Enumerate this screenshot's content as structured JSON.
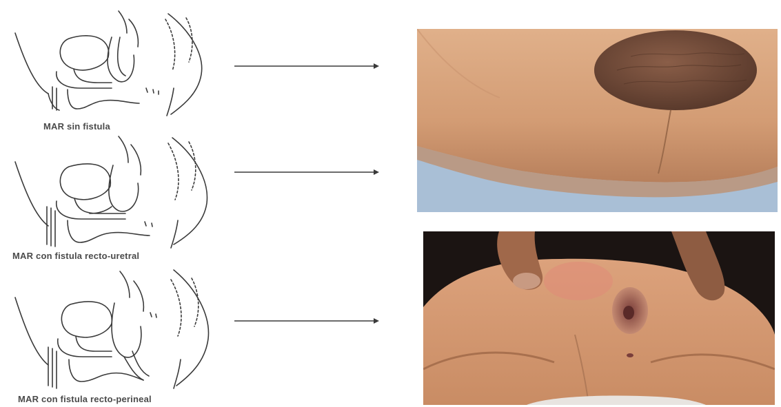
{
  "panels": [
    {
      "caption": "MAR sin fistula",
      "fistula": "none"
    },
    {
      "caption": "MAR con fistula recto-uretral",
      "fistula": "recto-urethral"
    },
    {
      "caption": "MAR con fistula recto-perineal",
      "fistula": "recto-perineal"
    }
  ],
  "photos": [
    {
      "subject": "clinical-photo-perineum-no-fistula"
    },
    {
      "subject": "clinical-photo-perineum-recto-perineal-fistula"
    }
  ],
  "colors": {
    "line": "#3a3a3a",
    "caption": "#4a4a4a",
    "skin": "#d7a27a",
    "skin_dark": "#b47a55",
    "scrotum": "#6e4a38",
    "drape_blue": "#a9bfd6",
    "background_dark": "#1b1412"
  }
}
